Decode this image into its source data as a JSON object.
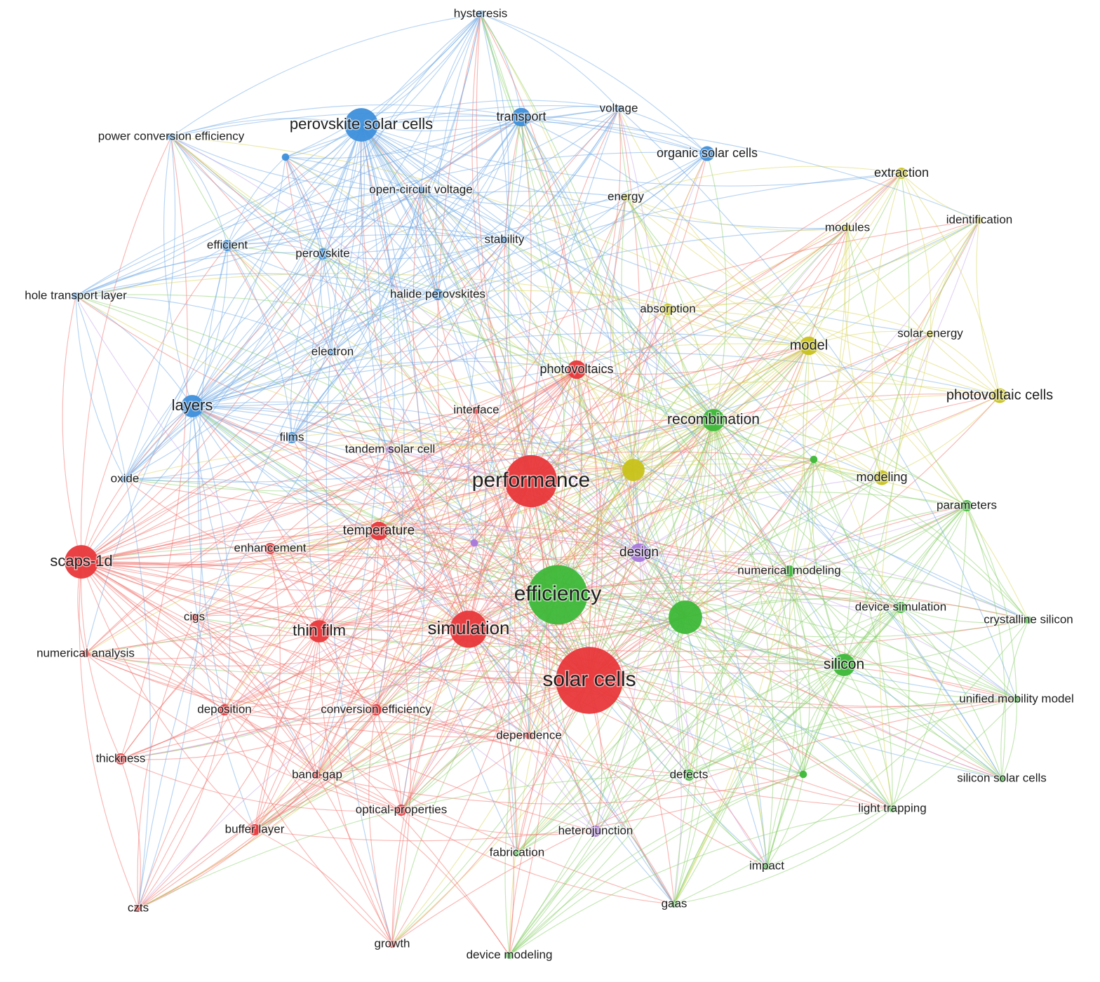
{
  "colors": {
    "red": "#e8373a",
    "green": "#3db838",
    "blue": "#3d8fdb",
    "yellow": "#c8c21a",
    "purple": "#a978dc",
    "red_link": "#f26f69",
    "green_link": "#88d067",
    "blue_link": "#6fa9e6",
    "yellow_link": "#d9d55a",
    "purple_link": "#c7a6ec"
  },
  "nodes": [
    {
      "id": "hysteresis",
      "label": "hysteresis",
      "cluster": "blue",
      "weight": 2
    },
    {
      "id": "perovskite-solar-cells",
      "label": "perovskite solar cells",
      "cluster": "blue",
      "weight": 9
    },
    {
      "id": "transport",
      "label": "transport",
      "cluster": "blue",
      "weight": 5
    },
    {
      "id": "voltage",
      "label": "voltage",
      "cluster": "blue",
      "weight": 2
    },
    {
      "id": "power-conversion-efficiency",
      "label": "power conversion efficiency",
      "cluster": "blue",
      "weight": 2
    },
    {
      "id": "unlabeled-blue",
      "label": "",
      "cluster": "blue",
      "weight": 2
    },
    {
      "id": "organic-solar-cells",
      "label": "organic solar cells",
      "cluster": "blue",
      "weight": 4
    },
    {
      "id": "open-circuit-voltage",
      "label": "open-circuit voltage",
      "cluster": "blue",
      "weight": 2
    },
    {
      "id": "stability",
      "label": "stability",
      "cluster": "blue",
      "weight": 2
    },
    {
      "id": "efficient",
      "label": "efficient",
      "cluster": "blue",
      "weight": 3
    },
    {
      "id": "perovskite",
      "label": "perovskite",
      "cluster": "blue",
      "weight": 3
    },
    {
      "id": "hole-transport-layer",
      "label": "hole transport layer",
      "cluster": "blue",
      "weight": 2
    },
    {
      "id": "halide-perovskites",
      "label": "halide perovskites",
      "cluster": "blue",
      "weight": 3
    },
    {
      "id": "electron",
      "label": "electron",
      "cluster": "blue",
      "weight": 2
    },
    {
      "id": "layers",
      "label": "layers",
      "cluster": "blue",
      "weight": 6
    },
    {
      "id": "films",
      "label": "films",
      "cluster": "blue",
      "weight": 3
    },
    {
      "id": "oxide",
      "label": "oxide",
      "cluster": "blue",
      "weight": 2
    },
    {
      "id": "extraction",
      "label": "extraction",
      "cluster": "yellow",
      "weight": 3
    },
    {
      "id": "energy",
      "label": "energy",
      "cluster": "yellow",
      "weight": 2
    },
    {
      "id": "modules",
      "label": "modules",
      "cluster": "yellow",
      "weight": 2
    },
    {
      "id": "identification",
      "label": "identification",
      "cluster": "yellow",
      "weight": 2
    },
    {
      "id": "absorption",
      "label": "absorption",
      "cluster": "yellow",
      "weight": 3
    },
    {
      "id": "solar-energy",
      "label": "solar energy",
      "cluster": "yellow",
      "weight": 2
    },
    {
      "id": "model",
      "label": "model",
      "cluster": "yellow",
      "weight": 5
    },
    {
      "id": "photovoltaic-cells",
      "label": "photovoltaic cells",
      "cluster": "yellow",
      "weight": 4
    },
    {
      "id": "unlabeled-yellow",
      "label": "",
      "cluster": "yellow",
      "weight": 6
    },
    {
      "id": "modeling",
      "label": "modeling",
      "cluster": "yellow",
      "weight": 4
    },
    {
      "id": "photovoltaics",
      "label": "photovoltaics",
      "cluster": "red",
      "weight": 5
    },
    {
      "id": "interface",
      "label": "interface",
      "cluster": "red",
      "weight": 2
    },
    {
      "id": "performance",
      "label": "performance",
      "cluster": "red",
      "weight": 14
    },
    {
      "id": "temperature",
      "label": "temperature",
      "cluster": "red",
      "weight": 5
    },
    {
      "id": "enhancement",
      "label": "enhancement",
      "cluster": "red",
      "weight": 3
    },
    {
      "id": "scaps-1d",
      "label": "scaps-1d",
      "cluster": "red",
      "weight": 9
    },
    {
      "id": "cigs",
      "label": "cigs",
      "cluster": "red",
      "weight": 2
    },
    {
      "id": "thin-film",
      "label": "thin film",
      "cluster": "red",
      "weight": 6
    },
    {
      "id": "simulation",
      "label": "simulation",
      "cluster": "red",
      "weight": 10
    },
    {
      "id": "solar-cells",
      "label": "solar cells",
      "cluster": "red",
      "weight": 18
    },
    {
      "id": "numerical-analysis",
      "label": "numerical analysis",
      "cluster": "red",
      "weight": 2
    },
    {
      "id": "deposition",
      "label": "deposition",
      "cluster": "red",
      "weight": 3
    },
    {
      "id": "conversion-efficiency",
      "label": "conversion efficiency",
      "cluster": "red",
      "weight": 3
    },
    {
      "id": "dependence",
      "label": "dependence",
      "cluster": "red",
      "weight": 2
    },
    {
      "id": "thickness",
      "label": "thickness",
      "cluster": "red",
      "weight": 3
    },
    {
      "id": "band-gap",
      "label": "band-gap",
      "cluster": "red",
      "weight": 2
    },
    {
      "id": "optical-properties",
      "label": "optical-properties",
      "cluster": "red",
      "weight": 3
    },
    {
      "id": "buffer-layer",
      "label": "buffer layer",
      "cluster": "red",
      "weight": 3
    },
    {
      "id": "czts",
      "label": "czts",
      "cluster": "red",
      "weight": 2
    },
    {
      "id": "growth",
      "label": "growth",
      "cluster": "red",
      "weight": 2
    },
    {
      "id": "tandem-solar-cell",
      "label": "tandem solar cell",
      "cluster": "purple",
      "weight": 2
    },
    {
      "id": "unlabeled-purple",
      "label": "",
      "cluster": "purple",
      "weight": 2
    },
    {
      "id": "design",
      "label": "design",
      "cluster": "purple",
      "weight": 5
    },
    {
      "id": "heterojunction",
      "label": "heterojunction",
      "cluster": "purple",
      "weight": 3
    },
    {
      "id": "recombination",
      "label": "recombination",
      "cluster": "green",
      "weight": 6
    },
    {
      "id": "unlabeled-green-1",
      "label": "",
      "cluster": "green",
      "weight": 2
    },
    {
      "id": "parameters",
      "label": "parameters",
      "cluster": "green",
      "weight": 3
    },
    {
      "id": "efficiency",
      "label": "efficiency",
      "cluster": "green",
      "weight": 16
    },
    {
      "id": "numerical-modeling",
      "label": "numerical modeling",
      "cluster": "green",
      "weight": 3
    },
    {
      "id": "unlabeled-green-2",
      "label": "",
      "cluster": "green",
      "weight": 9
    },
    {
      "id": "device-simulation",
      "label": "device simulation",
      "cluster": "green",
      "weight": 3
    },
    {
      "id": "crystalline-silicon",
      "label": "crystalline silicon",
      "cluster": "green",
      "weight": 2
    },
    {
      "id": "silicon",
      "label": "silicon",
      "cluster": "green",
      "weight": 6
    },
    {
      "id": "unified-mobility-model",
      "label": "unified mobility model",
      "cluster": "green",
      "weight": 2
    },
    {
      "id": "defects",
      "label": "defects",
      "cluster": "green",
      "weight": 3
    },
    {
      "id": "unlabeled-green-3",
      "label": "",
      "cluster": "green",
      "weight": 2
    },
    {
      "id": "silicon-solar-cells",
      "label": "silicon solar cells",
      "cluster": "green",
      "weight": 2
    },
    {
      "id": "light-trapping",
      "label": "light trapping",
      "cluster": "green",
      "weight": 2
    },
    {
      "id": "fabrication",
      "label": "fabrication",
      "cluster": "green",
      "weight": 2
    },
    {
      "id": "impact",
      "label": "impact",
      "cluster": "green",
      "weight": 2
    },
    {
      "id": "gaas",
      "label": "gaas",
      "cluster": "green",
      "weight": 2
    },
    {
      "id": "device-modeling",
      "label": "device modeling",
      "cluster": "green",
      "weight": 2
    }
  ]
}
